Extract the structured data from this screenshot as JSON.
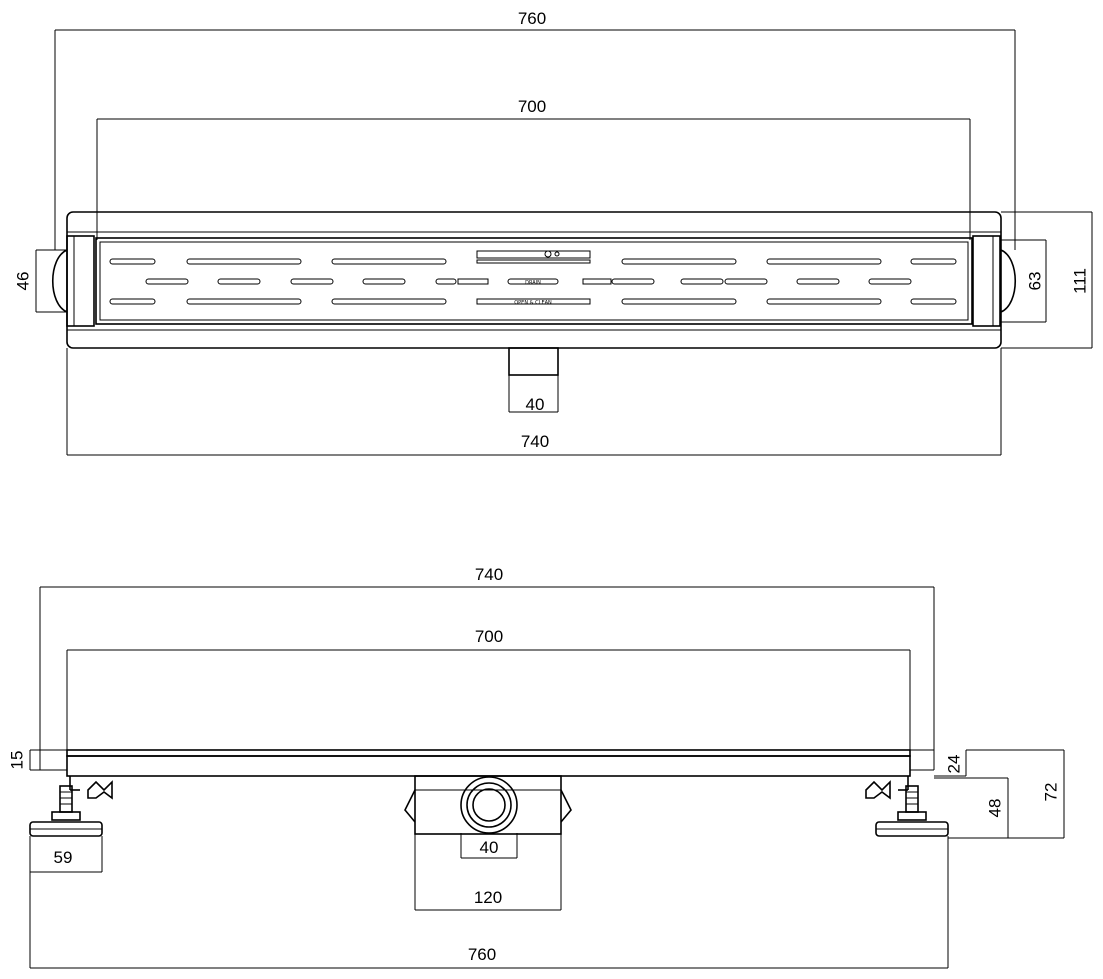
{
  "top_view": {
    "dims": {
      "overall_width": "760",
      "grate_width": "700",
      "body_width": "740",
      "outlet_width": "40",
      "end_cap_height": "46",
      "grate_height": "63",
      "body_height": "111"
    },
    "grate_text": {
      "line1": "DRAIN",
      "line2": "OPEN & CLEAN"
    }
  },
  "side_view": {
    "dims": {
      "body_length": "740",
      "grate_length": "700",
      "grate_thickness": "15",
      "channel_depth": "24",
      "foot_height": "48",
      "total_height": "72",
      "foot_width": "59",
      "outlet_diameter": "40",
      "outlet_box_width": "120",
      "overall_length": "760"
    }
  },
  "colors": {
    "line": "#000000",
    "background": "#ffffff"
  }
}
